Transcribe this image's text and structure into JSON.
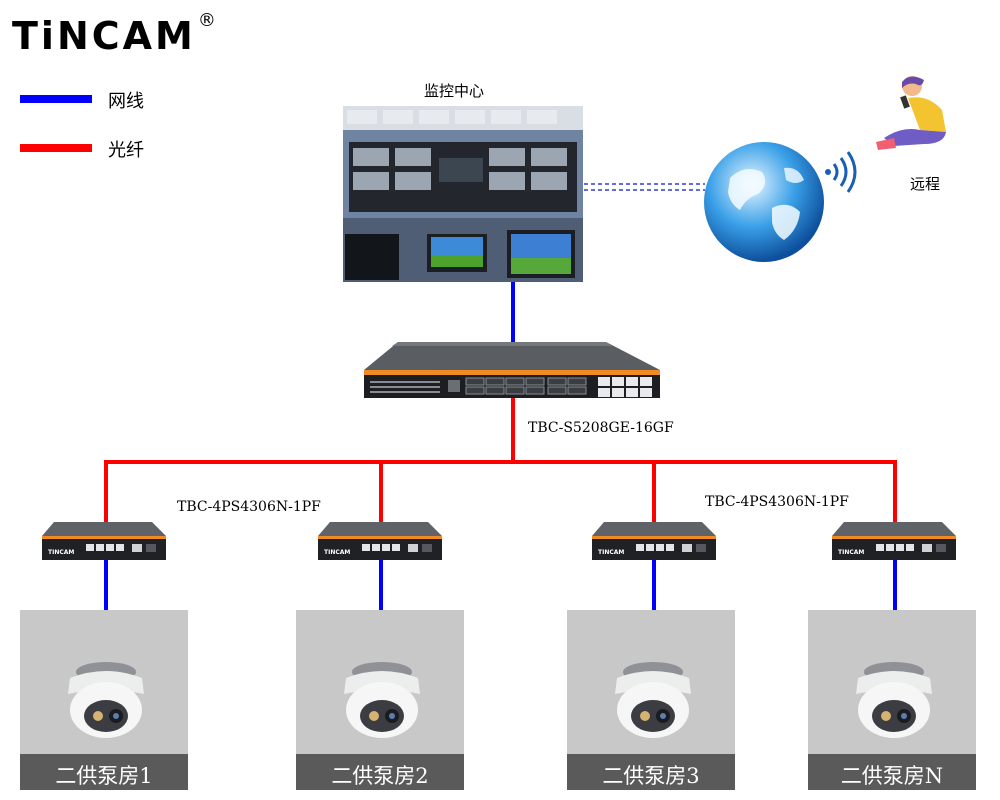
{
  "brand": {
    "name": "TiNCAM",
    "registered_mark": "®"
  },
  "legend": [
    {
      "label": "网线",
      "color": "#0000ff"
    },
    {
      "label": "光纤",
      "color": "#ff0000"
    }
  ],
  "monitor_center": {
    "label": "监控中心"
  },
  "remote": {
    "label": "远程"
  },
  "core_switch": {
    "model": "TBC-S5208GE-16GF"
  },
  "edge_switch": {
    "model": "TBC-4PS4306N-1PF",
    "brand_text": "TINCAM"
  },
  "pump_rooms": [
    {
      "label": "二供泵房1"
    },
    {
      "label": "二供泵房2"
    },
    {
      "label": "二供泵房3"
    },
    {
      "label": "二供泵房N"
    }
  ],
  "colors": {
    "cable": "#0000ff",
    "fiber": "#ff0000",
    "panel": "#c8c8c8",
    "label_bar": "#5a5a5a"
  }
}
